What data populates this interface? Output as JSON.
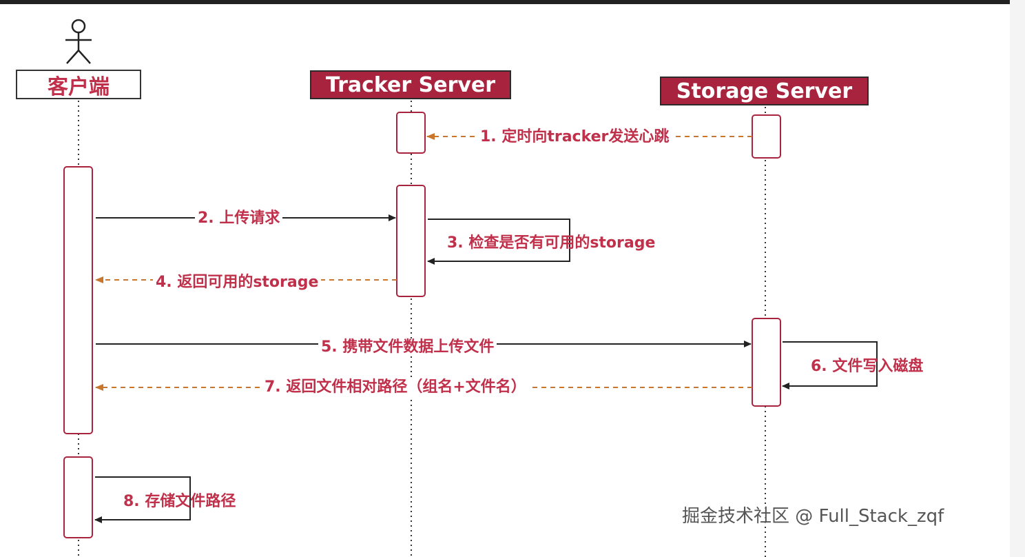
{
  "participants": {
    "client": "客户端",
    "tracker": "Tracker Server",
    "storage": "Storage Server"
  },
  "messages": {
    "m1": "1. 定时向tracker发送心跳",
    "m2": "2. 上传请求",
    "m3": "3. 检查是否有可用的storage",
    "m4": "4. 返回可用的storage",
    "m5": "5. 携带文件数据上传文件",
    "m6": "6. 文件写入磁盘",
    "m7": "7. 返回文件相对路径（组名+文件名）",
    "m8": "8. 存储文件路径"
  },
  "watermark": "掘金技术社区 @ Full_Stack_zqf",
  "colors": {
    "accent": "#a8243e",
    "label": "#c0304a",
    "return_arrow": "#c8762c",
    "call_arrow": "#222222"
  }
}
